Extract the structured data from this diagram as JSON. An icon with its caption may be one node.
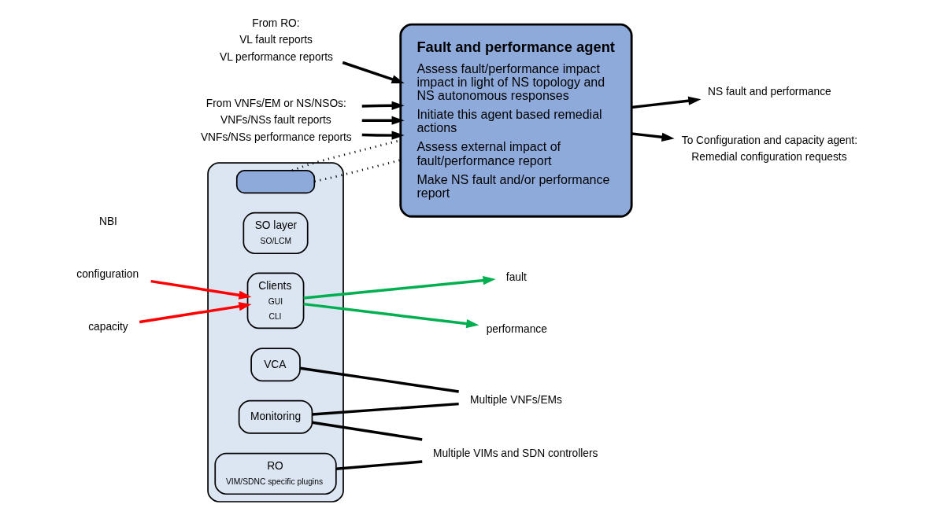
{
  "diagram": {
    "nodes": [
      {
        "text": [],
        "shape": "box"
      },
      {
        "text": [
          "Clients",
          "GUI",
          "CLI"
        ],
        "in": 0
      },
      {
        "text": [
          "SO layer",
          "SO/LCM"
        ],
        "in": 0
      },
      {
        "text": [
          "VCA"
        ],
        "in": 0
      },
      {
        "text": [
          "Monitoring"
        ],
        "in": 0
      },
      {
        "text": [
          "RO",
          "VIM/SDNC specific plugins"
        ],
        "in": 0
      },
      {
        "text": [],
        "shape": "box",
        "in": 0
      },
      {
        "text": [
          "configuration"
        ]
      },
      {
        "text": [
          "fault"
        ]
      },
      {
        "text": [
          "performance"
        ]
      },
      {
        "text": [
          "capacity"
        ]
      },
      {
        "text": [
          "Multiple VNFs/EMs"
        ]
      },
      {
        "text": [
          "Multiple VIMs and SDN controllers"
        ]
      },
      {
        "text": [
          "Fault and performance agent",
          "Assess fault/performance impact impact in light of NS topology and NS autonomous responses",
          "Initiate this agent based remedial actions",
          "Assess external impact of fault/performance report",
          "Make NS fault and/or performance report"
        ]
      },
      {
        "text": [
          "NS fault and performance"
        ]
      },
      {
        "text": [
          "To Configuration and capacity agent:",
          "Remedial configuration requests"
        ]
      },
      {
        "text": [
          "From RO:",
          "VL fault reports",
          "VL performance reports"
        ]
      },
      {
        "text": [
          "From VNFs/EM or NS/NSOs:",
          "VNFs/NSs fault reports",
          "VNFs/NSs performance reports"
        ]
      }
    ],
    "edges": [
      {
        "from": 7,
        "to": 1,
        "arrow": "to",
        "color": "#ff0000"
      },
      {
        "from": 1,
        "to": 8,
        "arrow": "to",
        "color": "#00b050"
      },
      {
        "from": 1,
        "to": 9,
        "arrow": "to",
        "color": "#00b050"
      },
      {
        "from": 10,
        "to": 1,
        "arrow": "to",
        "color": "#ff0000"
      },
      {
        "from": 3,
        "to": 11,
        "arrow": "none"
      },
      {
        "from": 4,
        "to": 11,
        "arrow": "none"
      },
      {
        "from": 4,
        "to": 12,
        "arrow": "none"
      },
      {
        "from": 5,
        "to": 12,
        "arrow": "none"
      },
      {
        "from": 6,
        "to": 13,
        "arrow": "none",
        "style": "dashed"
      },
      {
        "from": 6,
        "to": 13,
        "arrow": "none",
        "style": "dashed"
      },
      {
        "from": 13,
        "to": 14,
        "arrow": "to"
      },
      {
        "from": 13,
        "to": 15,
        "arrow": "to"
      },
      {
        "from": 16,
        "to": 13,
        "arrow": "to"
      },
      {
        "from": 17,
        "to": 13,
        "arrow": "to"
      },
      {
        "from": 17,
        "to": 13,
        "arrow": "to"
      },
      {
        "from": 17,
        "to": 13,
        "arrow": "to"
      }
    ],
    "labels": [
      "NBI"
    ]
  }
}
